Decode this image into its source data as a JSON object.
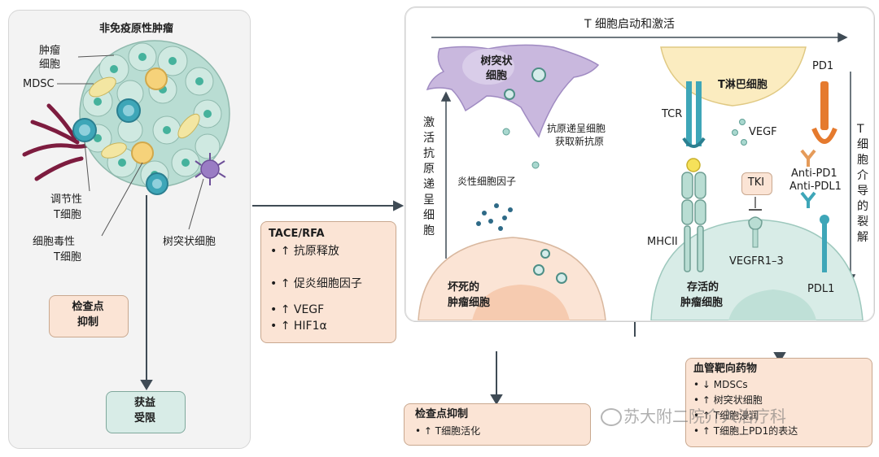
{
  "left": {
    "title": "非免疫原性肿瘤",
    "label_tumor_1": "肿瘤",
    "label_tumor_2": "细胞",
    "label_mdsc": "MDSC",
    "label_treg_1": "调节性",
    "label_treg_2": "T细胞",
    "label_ctl_1": "细胞毒性",
    "label_ctl_2": "T细胞",
    "label_dc": "树突状细胞",
    "checkpoint_1": "检查点",
    "checkpoint_2": "抑制",
    "benefit_1": "获益",
    "benefit_2": "受限"
  },
  "tace": {
    "title": "TACE/RFA",
    "items": [
      "• ↑ 抗原释放",
      "• ↑ 促炎细胞因子",
      "• ↑ VEGF",
      "• ↑ HIF1α"
    ]
  },
  "right": {
    "top_arrow": "T 细胞启动和激活",
    "dc_1": "树突状",
    "dc_2": "细胞",
    "apc_1": "抗原递呈细胞",
    "apc_2": "获取新抗原",
    "inflam": "炎性细胞因子",
    "left_vertical": "激活抗原递呈细胞",
    "necrotic_1": "坏死的",
    "necrotic_2": "肿瘤细胞",
    "tcell": "T淋巴细胞",
    "tcr": "TCR",
    "vegf": "VEGF",
    "pd1": "PD1",
    "tki": "TKI",
    "anti_pd1": "Anti-PD1",
    "anti_pdl1": "Anti-PDL1",
    "mhcii": "MHCII",
    "vegfr": "VEGFR1–3",
    "pdl1": "PDL1",
    "living_1": "存活的",
    "living_2": "肿瘤细胞",
    "right_vertical": "T细胞介导的裂解"
  },
  "bottom_left": {
    "title": "检查点抑制",
    "items": [
      "• ↑ T细胞活化"
    ]
  },
  "bottom_right": {
    "title": "血管靶向药物",
    "items": [
      "• ↓ MDSCs",
      "• ↑ 树突状细胞",
      "• ↑ T细胞浸润",
      "• ↑ T细胞上PD1的表达"
    ]
  },
  "watermark": "苏大附二院介入治疗科",
  "colors": {
    "box_fill": "#fbe4d5",
    "box_border": "#c9a88f",
    "green_fill": "#d8ece7",
    "arrow": "#3f4b55",
    "tumor": "#b9ddd3",
    "dendritic": "#c9b8de",
    "tcell": "#f6e3a6",
    "teal": "#3ea6b8",
    "orange": "#e57a2e"
  }
}
